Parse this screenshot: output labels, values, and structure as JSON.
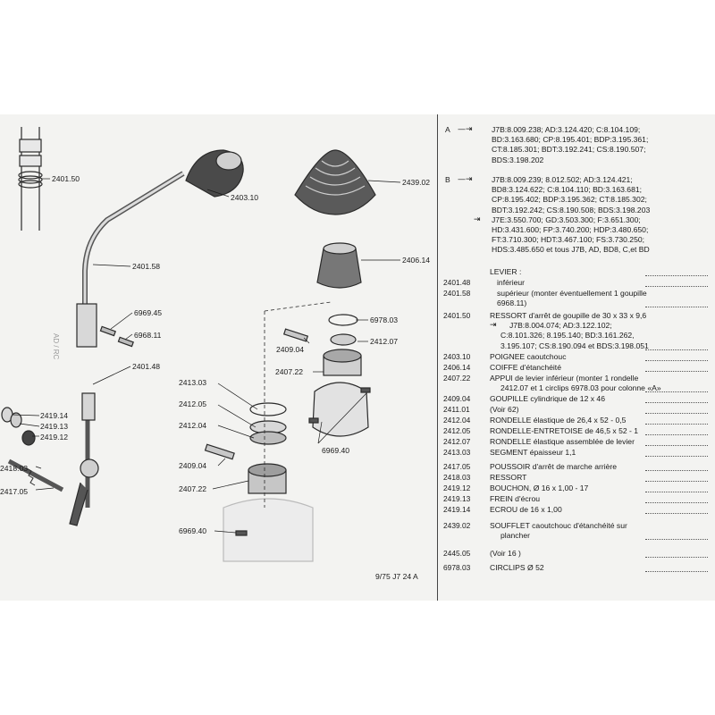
{
  "diagram": {
    "labels": [
      "2401.50",
      "2403.10",
      "2401.58",
      "6969.45",
      "6968.11",
      "2401.48",
      "2419.14",
      "2419.13",
      "2419.12",
      "2418.03",
      "2417.05",
      "2439.02",
      "2406.14",
      "6978.03",
      "2409.04",
      "2412.07",
      "2407.22",
      "2413.03",
      "2412.05",
      "2412.04",
      "2409.04",
      "2407.22",
      "6969.40",
      "6969.40"
    ],
    "ref_code": "9/75 J7 24 A",
    "side_text": "AD / RC"
  },
  "variants": [
    {
      "marker": "A",
      "lines": [
        "J7B:8.009.238; AD:3.124.420; C:8.104.109;",
        "BD:3.163.680; CP:8.195.401; BDP:3.195.361;",
        "CT:8.185.301; BDT:3.192.241; CS:8.190.507;",
        "BDS:3.198.202"
      ]
    },
    {
      "marker": "B",
      "lines": [
        "J7B:8.009.239; 8.012.502; AD:3.124.421;",
        "BD8:3.124.622; C:8.104.110; BD:3.163.681;",
        "CP:8.195.402; BDP:3.195.362; CT:8.185.302;",
        "BDT:3.192.242; CS:8.190.508; BDS:3.198.203",
        "J7E:3.550.700; GD:3.503.300; F:3.651.300;",
        "HD:3.431.600; FP:3.740.200; HDP:3.480.650;",
        "FT:3.710.300; HDT:3.467.100; FS:3.730.250;",
        "HDS:3.485.650 et tous J7B, AD, BD8, C,et BD"
      ]
    }
  ],
  "parts": [
    {
      "num": "",
      "lines": [
        "LEVIER :"
      ]
    },
    {
      "num": "2401.48",
      "lines": [
        "inférieur"
      ]
    },
    {
      "num": "2401.58",
      "lines": [
        "supérieur (monter éventuellement 1 goupille",
        "6968.11)"
      ]
    },
    {
      "num": "2401.50",
      "lines": [
        "RESSORT d'arrêt de goupille de 30 x 33 x 9,6",
        "J7B:8.004.074; AD:3.122.102;",
        "C:8.101.326; 8.195.140; BD:3.161.262,",
        "3.195.107; CS:8.190.094 et BDS:3.198.051"
      ]
    },
    {
      "num": "2403.10",
      "lines": [
        "POIGNEE caoutchouc"
      ]
    },
    {
      "num": "2406.14",
      "lines": [
        "COIFFE d'étanchéité"
      ]
    },
    {
      "num": "2407.22",
      "lines": [
        "APPUI de levier inférieur (monter 1 rondelle",
        "2412.07 et 1 circlips 6978.03 pour colonne «A»"
      ]
    },
    {
      "num": "2409.04",
      "lines": [
        "GOUPILLE cylindrique de 12 x 46"
      ]
    },
    {
      "num": "2411.01",
      "lines": [
        "(Voir 62)"
      ]
    },
    {
      "num": "2412.04",
      "lines": [
        "RONDELLE élastique de 26,4 x 52 - 0,5"
      ]
    },
    {
      "num": "2412.05",
      "lines": [
        "RONDELLE-ENTRETOISE de 46,5 x 52 - 1"
      ]
    },
    {
      "num": "2412.07",
      "lines": [
        "RONDELLE élastique assemblée de levier"
      ]
    },
    {
      "num": "2413.03",
      "lines": [
        "SEGMENT épaisseur 1,1"
      ]
    },
    {
      "num": "2417.05",
      "lines": [
        "POUSSOIR d'arrêt de marche arrière"
      ]
    },
    {
      "num": "2418.03",
      "lines": [
        "RESSORT"
      ]
    },
    {
      "num": "2419.12",
      "lines": [
        "BOUCHON, Ø 16 x 1,00 - 17"
      ]
    },
    {
      "num": "2419.13",
      "lines": [
        "FREIN d'écrou"
      ]
    },
    {
      "num": "2419.14",
      "lines": [
        "ECROU de 16 x 1,00"
      ]
    },
    {
      "num": "2439.02",
      "lines": [
        "SOUFFLET caoutchouc d'étanchéité sur",
        "plancher"
      ]
    },
    {
      "num": "2445.05",
      "lines": [
        "(Voir 16 )"
      ]
    },
    {
      "num": "6978.03",
      "lines": [
        "CIRCLIPS Ø 52"
      ]
    }
  ]
}
